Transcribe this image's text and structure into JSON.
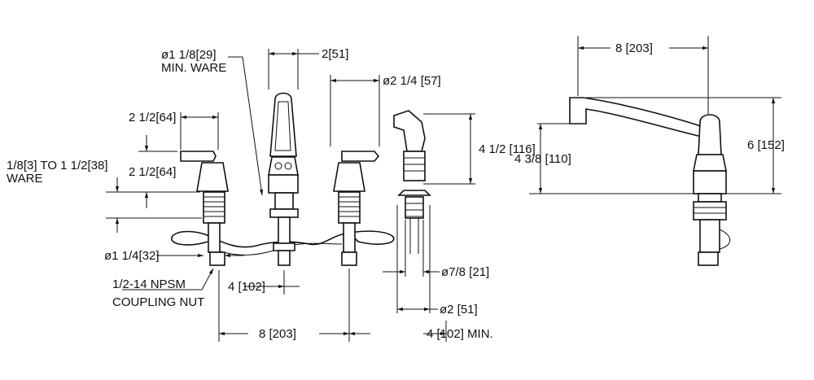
{
  "front_view": {
    "spout_width": "2[51]",
    "min_ware_diameter": "ø1 1/8[29]",
    "min_ware_note": "MIN. WARE",
    "spray_diameter": "ø2 1/4 [57]",
    "handle_width": "2 1/2[64]",
    "ware_range_top": "1/8[3] TO 1 1/2[38]",
    "ware_range_bottom": "WARE",
    "handle_height": "2 1/2[64]",
    "spray_height": "4 1/2 [116]",
    "shank_diameter": "ø1 1/4[32]",
    "spray_shank_diameter": "ø7/8 [21]",
    "coupling_thread": "1/2-14 NPSM",
    "coupling_nut": "COUPLING NUT",
    "center_to_supply": "4 [102]",
    "spray_flange_diameter": "ø2 [51]",
    "center_spacing": "8 [203]",
    "spray_min_spacing": "4 [102] MIN."
  },
  "side_view": {
    "spout_reach": "8 [203]",
    "spout_clearance": "4 3/8 [110]",
    "overall_height": "6 [152]"
  }
}
